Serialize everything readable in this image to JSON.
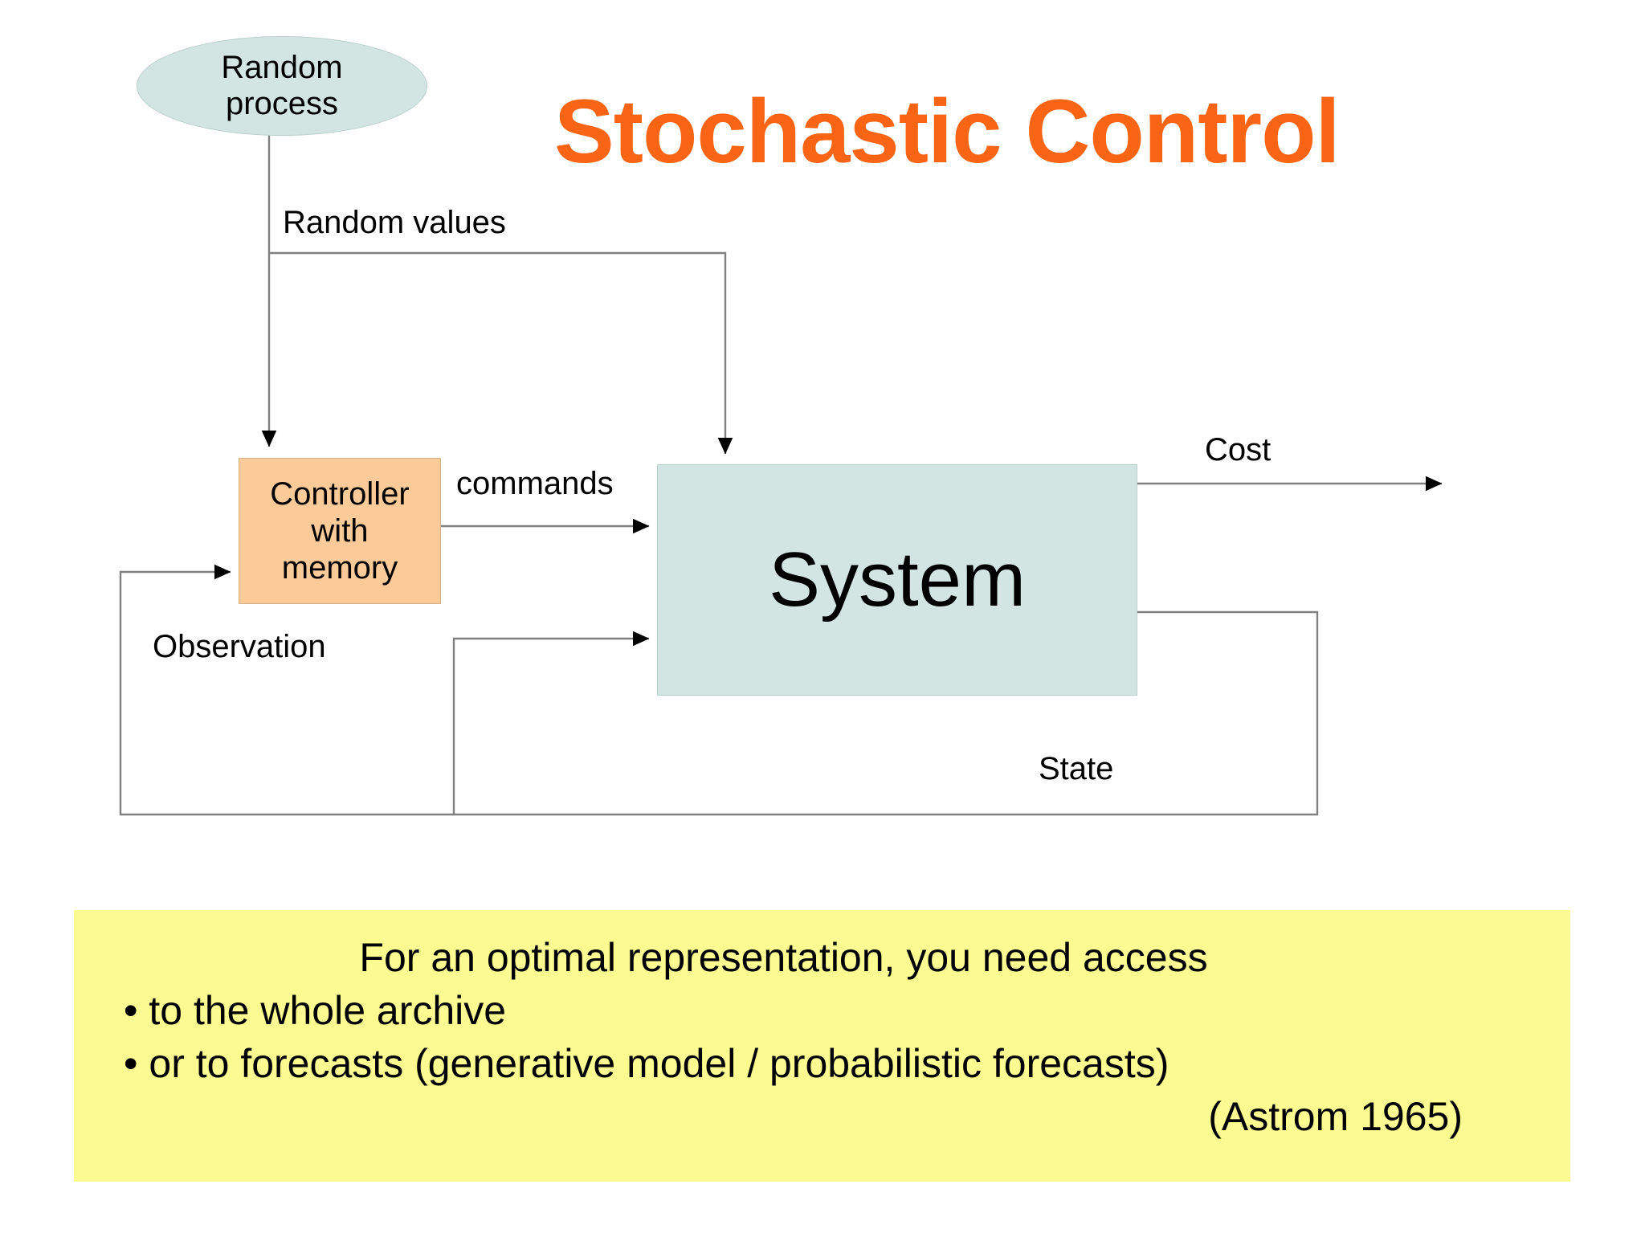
{
  "slide": {
    "title": "Stochastic Control",
    "title_color": "#F96514",
    "background": "#ffffff"
  },
  "diagram": {
    "nodes": {
      "random_process": {
        "label": "Random\nprocess",
        "line1": "Random",
        "line2": "process",
        "fill": "#D3E5E3",
        "shape": "ellipse"
      },
      "controller": {
        "line1": "Controller",
        "line2": "with",
        "line3": "memory",
        "fill": "#FACB98",
        "shape": "rectangle"
      },
      "system": {
        "label": "System",
        "fill": "#D3E5E3",
        "shape": "rectangle"
      }
    },
    "edge_labels": {
      "random_values": "Random values",
      "commands": "commands",
      "cost": "Cost",
      "observation": "Observation",
      "state": "State"
    }
  },
  "callout": {
    "fill": "#FCFB92",
    "lines": [
      "For an optimal representation, you need access",
      "• to the whole archive",
      "• or to forecasts (generative model / probabilistic forecasts)",
      "(Astrom 1965)"
    ]
  }
}
